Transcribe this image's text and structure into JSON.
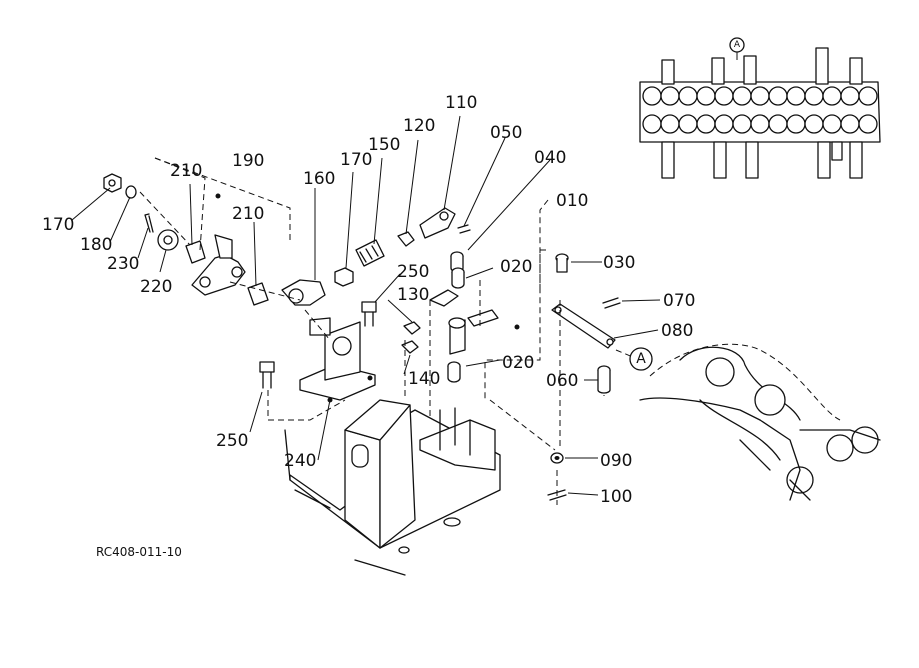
{
  "drawing_code": "RC408-011-10",
  "view_marker": "A",
  "inset_marker": "A",
  "part_labels": {
    "p170a": "170",
    "p180": "180",
    "p230": "230",
    "p220": "220",
    "p210a": "210",
    "p190": "190",
    "p210b": "210",
    "p160": "160",
    "p170b": "170",
    "p150": "150",
    "p120": "120",
    "p110": "110",
    "p050": "050",
    "p040": "040",
    "p010": "010",
    "p020a": "020",
    "p030": "030",
    "p250a": "250",
    "p130": "130",
    "p070": "070",
    "p080": "080",
    "p020b": "020",
    "p140": "140",
    "p060": "060",
    "p250b": "250",
    "p240": "240",
    "p090": "090",
    "p100": "100"
  }
}
